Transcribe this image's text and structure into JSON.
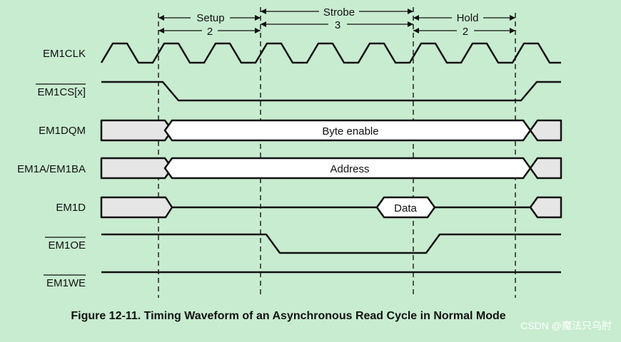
{
  "phases": [
    {
      "name": "Setup",
      "cycles": "2"
    },
    {
      "name": "Strobe",
      "cycles": "3"
    },
    {
      "name": "Hold",
      "cycles": "2"
    }
  ],
  "signals": [
    {
      "label": "EM1CLK",
      "overbar": false
    },
    {
      "label": "EM1CS[x]",
      "overbar": true
    },
    {
      "label": "EM1DQM",
      "overbar": false
    },
    {
      "label": "EM1A/EM1BA",
      "overbar": false
    },
    {
      "label": "EM1D",
      "overbar": false
    },
    {
      "label": "EM1OE",
      "overbar": true
    },
    {
      "label": "EM1WE",
      "overbar": true
    }
  ],
  "bus_values": {
    "dqm": "Byte enable",
    "address": "Address",
    "data": "Data"
  },
  "caption": "Figure 12-11. Timing Waveform of an Asynchronous Read Cycle in Normal Mode",
  "watermark": "CSDN @魔法只乌肘"
}
